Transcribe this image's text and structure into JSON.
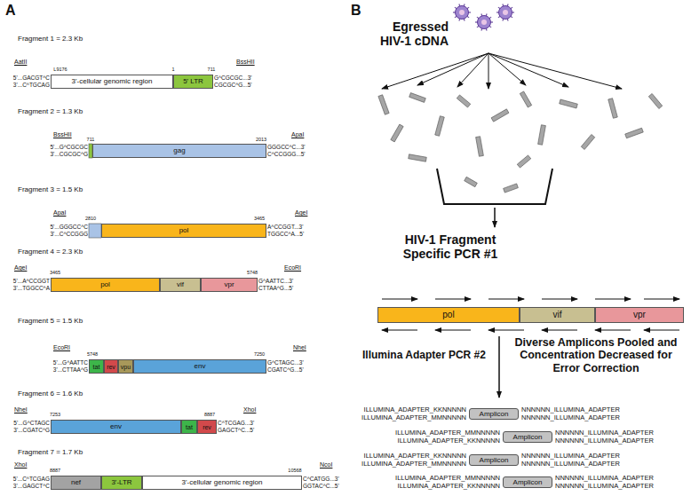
{
  "diagram": {
    "nodes": [
      {
        "text": [
          "3'-cellular genomic region"
        ]
      },
      {
        "text": [
          "5' LTR"
        ]
      },
      {
        "text": [
          "gag"
        ]
      },
      {
        "text": [
          "pol"
        ]
      },
      {
        "text": [
          "pol"
        ]
      },
      {
        "text": [
          "vif"
        ]
      },
      {
        "text": [
          "vpr"
        ]
      },
      {
        "text": [
          "tat"
        ]
      },
      {
        "text": [
          "rev"
        ]
      },
      {
        "text": [
          "vpu"
        ]
      },
      {
        "text": [
          "env"
        ]
      },
      {
        "text": [
          "env"
        ]
      },
      {
        "text": [
          "tat"
        ]
      },
      {
        "text": [
          "rev"
        ]
      },
      {
        "text": [
          "nef"
        ]
      },
      {
        "text": [
          "3'-LTR"
        ]
      },
      {
        "text": [
          "3'-cellular genomic region"
        ]
      },
      {
        "text": [
          "pol"
        ]
      },
      {
        "text": [
          "vif"
        ]
      },
      {
        "text": [
          "vpr"
        ]
      },
      {
        "text": [
          "Amplicon"
        ]
      },
      {
        "text": [
          "Amplicon"
        ]
      },
      {
        "text": [
          "Amplicon"
        ]
      },
      {
        "text": [
          "Amplicon"
        ]
      }
    ],
    "labels": [
      "A",
      "Fragment 1 = 2.3 Kb",
      "AatII",
      "BssHII",
      "L9176",
      "1",
      "711",
      "5'...GACGT^C",
      "3'...C^TGCAG",
      "G^CGCGC...3'",
      "CGCGC^G...5'",
      "Fragment 2 = 1.3 Kb",
      "BssHII",
      "ApaI",
      "711",
      "2013",
      "5'...G^CGCGC",
      "3'...CGCGC^G",
      "GGGCC^C...3'",
      "C^CCGGG...5'",
      "Fragment 3 = 1.5 Kb",
      "ApaI",
      "AgeI",
      "2810",
      "3465",
      "5'...GGGCC^C",
      "3'...C^CCGGG",
      "A^CCGGT...3'",
      "TGGCC^A...5'",
      "Fragment 4 = 2.3 Kb",
      "AgeI",
      "EcoRI",
      "3465",
      "5748",
      "5'...A^CCGGT",
      "3'...TGGCC^A",
      "G^AATTC...3'",
      "CTTAA^G...5'",
      "Fragment 5 = 1.5 Kb",
      "EcoRI",
      "NheI",
      "5748",
      "7250",
      "5'...G^AATTC",
      "3'...CTTAA^G",
      "G^CTAGC...3'",
      "CGATC^G...5'",
      "Fragment 6 = 1.6 Kb",
      "NheI",
      "XhoI",
      "7253",
      "8887",
      "5'...G^CTAGC",
      "3'...CGATC^G",
      "C^TCGAG...3'",
      "GAGCT^C...5'",
      "Fragment 7 = 1.7 Kb",
      "XhoI",
      "NcoI",
      "8887",
      "10568",
      "5'...C^TCGAG",
      "3'...GAGCT^C",
      "C^CATGG...3'",
      "GGTAC^C...5'",
      "B",
      "Egressed HIV-1 cDNA",
      "HIV-1 Fragment Specific PCR #1",
      "Illumina Adapter PCR #2",
      "Diverse Amplicons Pooled and Concentration Decreased for Error Correction",
      "ILLUMINA_ADAPTER_KKNNNNN",
      "ILLUMINA_ADAPTER_MMNNNNN",
      "NNNNNN_ILLUMINA_ADAPTER",
      "NNNNNN_ILLUMINA_ADAPTER",
      "ILLUMINA_ADAPTER_MMNNNNN",
      "ILLUMINA_ADAPTER_KKNNNNN",
      "NNNNNN_ILLUMINA_ADAPTER",
      "NNNNNN_ILLUMINA_ADAPTER",
      "ILLUMINA_ADAPTER_KKNNNNN",
      "ILLUMINA_ADAPTER_MMNNNNN",
      "NNNNNN_ILLUMINA_ADAPTER",
      "NNNNNN_ILLUMINA_ADAPTER",
      "ILLUMINA_ADAPTER_MMNNNNN",
      "ILLUMINA_ADAPTER_KKNNNNN",
      "NNNNNN_ILLUMINA_ADAPTER",
      "NNNNNN_ILLUMINA_ADAPTER"
    ]
  }
}
